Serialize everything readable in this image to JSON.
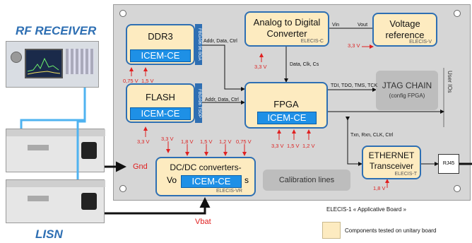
{
  "left": {
    "rf_receiver": "RF RECEIVER",
    "lisn": "LISN",
    "gnd": "Gnd",
    "vbat": "Vbat"
  },
  "components": {
    "ddr3": {
      "name": "DDR3",
      "icem": "ICEM-CE",
      "strip": "FBGA96 96 BGA"
    },
    "flash": {
      "name": "FLASH",
      "icem": "ICEM-CE",
      "strip": "FBGA96 TSOP"
    },
    "adc": {
      "name_line1": "Analog to Digital",
      "name_line2": "Converter",
      "tag": "ELECIS-C"
    },
    "vref": {
      "name_line1": "Voltage",
      "name_line2": "reference",
      "tag": "ELECIS-V"
    },
    "fpga": {
      "name": "FPGA",
      "icem": "ICEM-CE"
    },
    "jtag": {
      "line1": "JTAG CHAIN",
      "line2": "(config FPGA)"
    },
    "eth": {
      "line1": "ETHERNET",
      "line2": "Transceiver",
      "tag": "ELECIS-T"
    },
    "dcdc": {
      "line1": "DC/DC converters-",
      "line2": "Vo",
      "line2_tail": "s",
      "icem": "ICEM-CE",
      "tag": "ELECIS-VR"
    },
    "calib": "Calibration lines",
    "user_ios": "User IOs",
    "rj45": "RJ45"
  },
  "signals": {
    "ddr_bus": "Addr, Data, Ctrl",
    "flash_bus": "Addr, Data, Ctrl",
    "adc_bus": "Data, Clk, Cs",
    "jtag_bus": "TDI, TDO, TMS, TCK",
    "eth_bus": "Txn, Rxn, CLK, Ctrl",
    "vin": "Vin",
    "vout": "Vout"
  },
  "voltages": {
    "ddr_a": "0,75 V",
    "ddr_b": "1,5 V",
    "flash": "3,3 V",
    "adc": "3,3 V",
    "vref": "3,3 V",
    "fpga_a": "3,3 V",
    "fpga_b": "1,5 V",
    "fpga_c": "1,2 V",
    "dc_a": "3,3 V",
    "dc_b": "1,8 V",
    "dc_c": "1,5 V",
    "dc_d": "1,2 V",
    "dc_e": "0,75 V",
    "eth": "1,8 V"
  },
  "legend": {
    "board_caption": "ELECIS-1 « Applicative Board »",
    "swatch_label": "Components tested on unitary board",
    "swatch_color": "#fdebc0"
  },
  "colors": {
    "icem_blue": "#1e90e6",
    "border_blue": "#2e6fb3",
    "title_blue": "#2e6fb3",
    "red": "#e02020",
    "board_gray": "#d6d6d6"
  }
}
